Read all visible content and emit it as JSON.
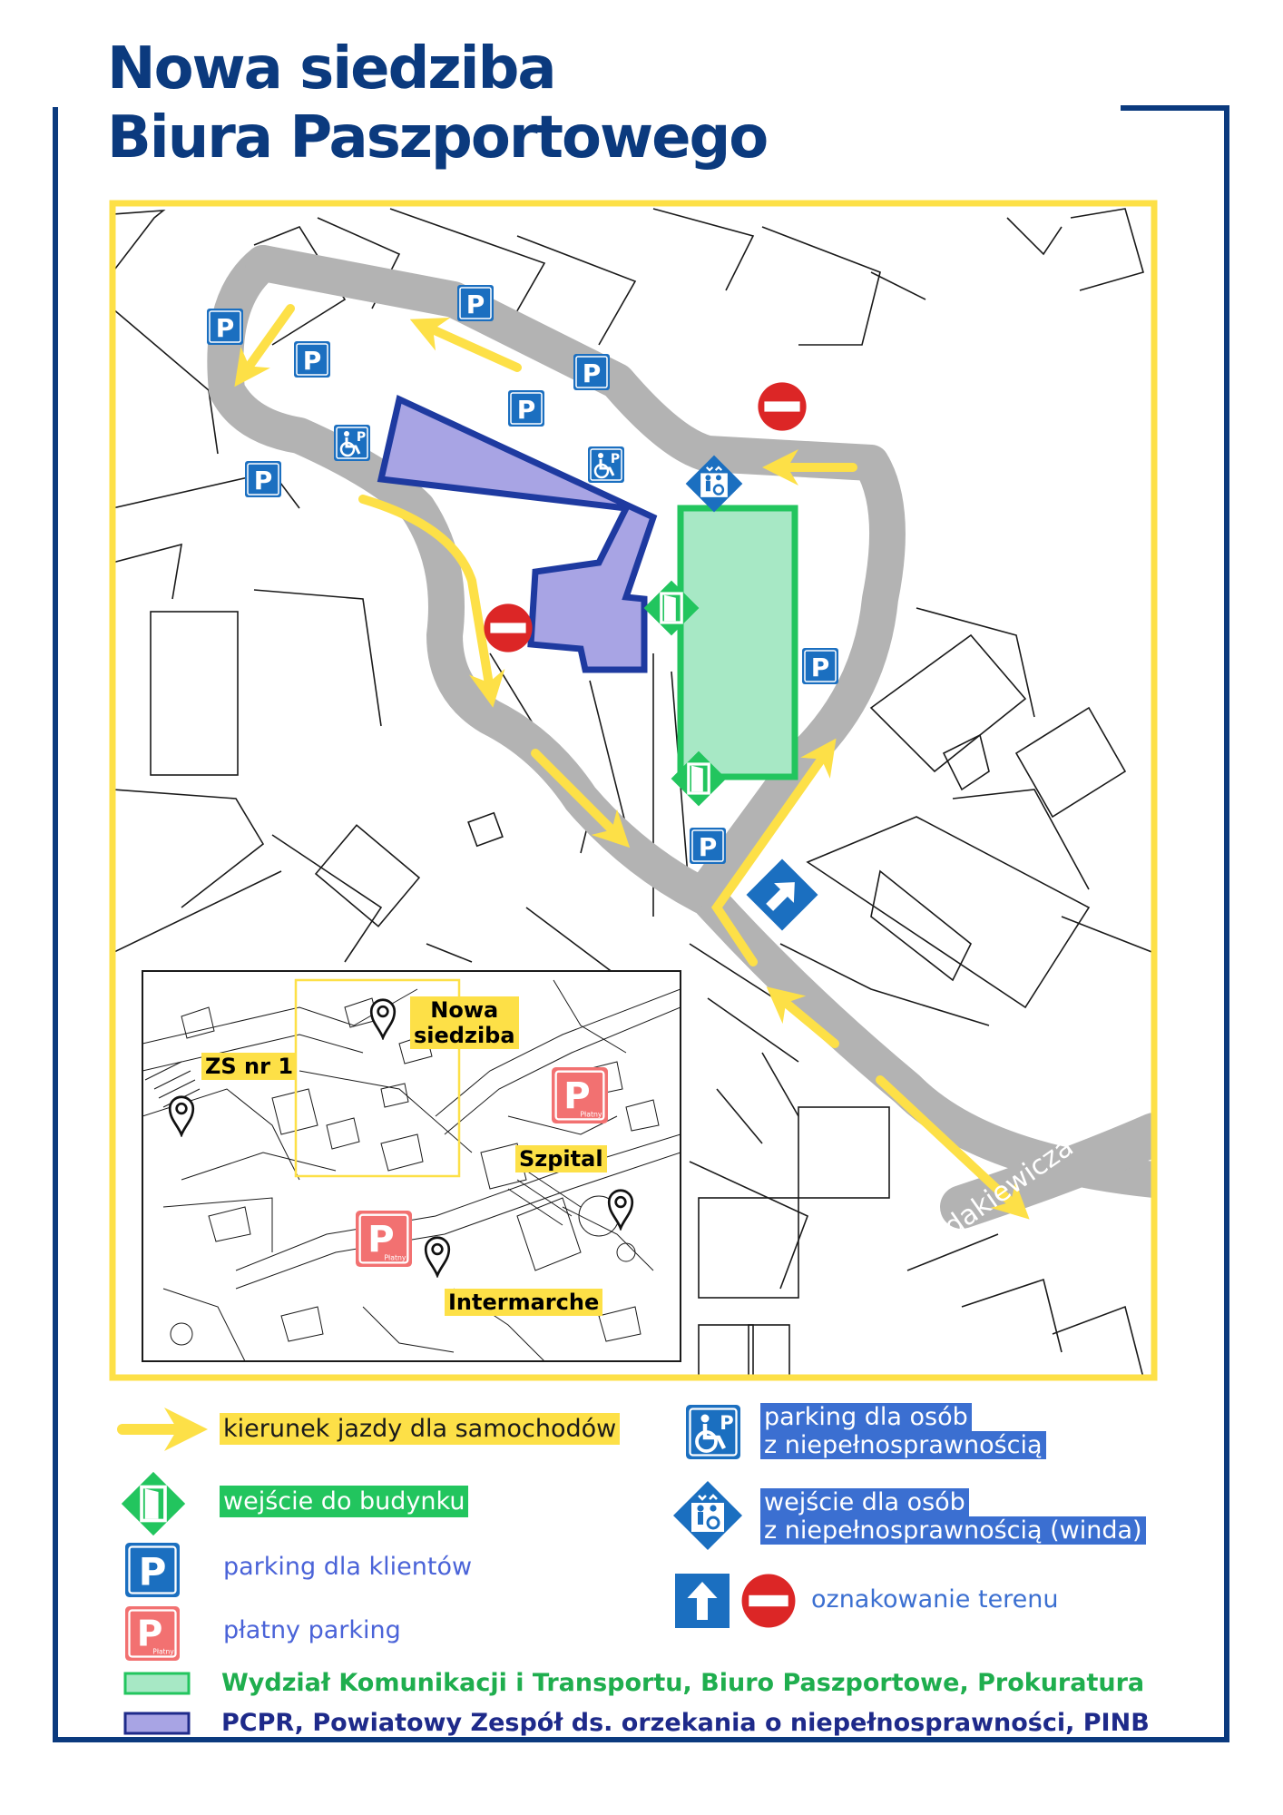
{
  "title": {
    "line1": "Nowa siedziba",
    "line2": "Biura Paszportowego"
  },
  "map": {
    "street_label": "ul. Windakiewicza",
    "icons": [
      "parking-icon",
      "disabled-parking-icon",
      "no-entry-sign-icon",
      "building-entrance-icon",
      "elevator-entrance-icon",
      "one-way-sign-icon",
      "direction-arrow-icon"
    ]
  },
  "inset": {
    "labels": {
      "new_office": "Nowa\nsiedziba",
      "school": "ZS nr 1",
      "hospital": "Szpital",
      "store": "Intermarche"
    },
    "paid_sign": "Płatny"
  },
  "legend": {
    "car_direction": "kierunek jazdy dla samochodów",
    "entrance": "wejście do budynku",
    "client_parking": "parking dla klientów",
    "paid_parking": "płatny parking",
    "disabled_parking_line1": "parking dla osób",
    "disabled_parking_line2": "z niepełnosprawnością",
    "disabled_entrance_line1": "wejście dla osób",
    "disabled_entrance_line2": "z niepełnosprawnością (winda)",
    "signage": "oznakowanie terenu",
    "green_building": "Wydział Komunikacji i Transportu, Biuro Paszportowe, Prokuratura",
    "purple_building": "PCPR, Powiatowy Zespół ds. orzekania o niepełnosprawności, PINB"
  },
  "colors": {
    "navy": "#0b3a7e",
    "yellow": "#fde047",
    "road_gray": "#b3b3b3",
    "green_building": "#a7e8c5",
    "green_outline": "#22c55e",
    "purple_building": "#a8a4e4",
    "purple_outline": "#1e3aa0",
    "parking_blue": "#1b6fc0",
    "paid_red": "#f27171",
    "no_entry_red": "#dc2626"
  }
}
